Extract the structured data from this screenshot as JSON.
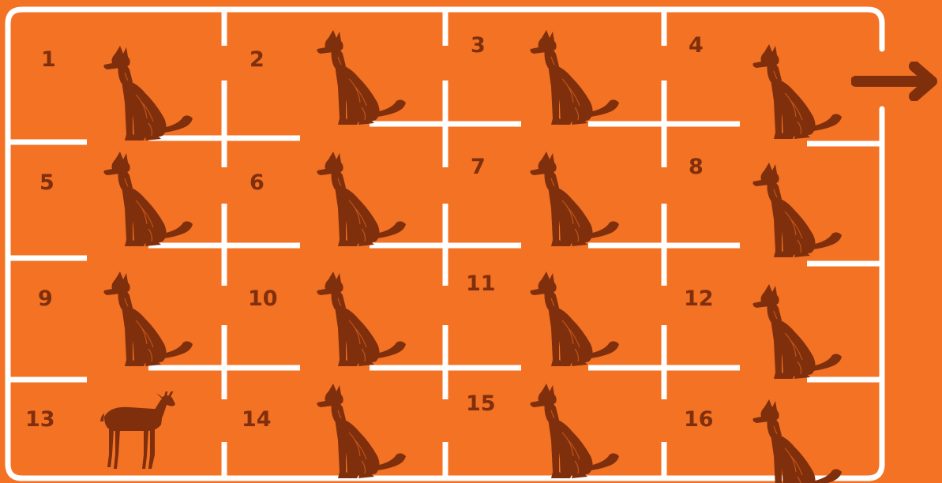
{
  "game": {
    "type": "maze",
    "rows": 4,
    "cols": 4,
    "cells": [
      {
        "number": "1",
        "animal": "dog"
      },
      {
        "number": "2",
        "animal": "dog"
      },
      {
        "number": "3",
        "animal": "dog"
      },
      {
        "number": "4",
        "animal": "dog"
      },
      {
        "number": "5",
        "animal": "dog"
      },
      {
        "number": "6",
        "animal": "dog"
      },
      {
        "number": "7",
        "animal": "dog"
      },
      {
        "number": "8",
        "animal": "dog"
      },
      {
        "number": "9",
        "animal": "dog"
      },
      {
        "number": "10",
        "animal": "dog"
      },
      {
        "number": "11",
        "animal": "dog"
      },
      {
        "number": "12",
        "animal": "dog"
      },
      {
        "number": "13",
        "animal": "antelope"
      },
      {
        "number": "14",
        "animal": "dog"
      },
      {
        "number": "15",
        "animal": "dog"
      },
      {
        "number": "16",
        "animal": "dog"
      }
    ],
    "exit": {
      "icon": "arrow-right-icon",
      "cell": "4"
    }
  },
  "colors": {
    "background": "#f37224",
    "walls": "#ffffff",
    "ink": "#7f2f0c"
  }
}
